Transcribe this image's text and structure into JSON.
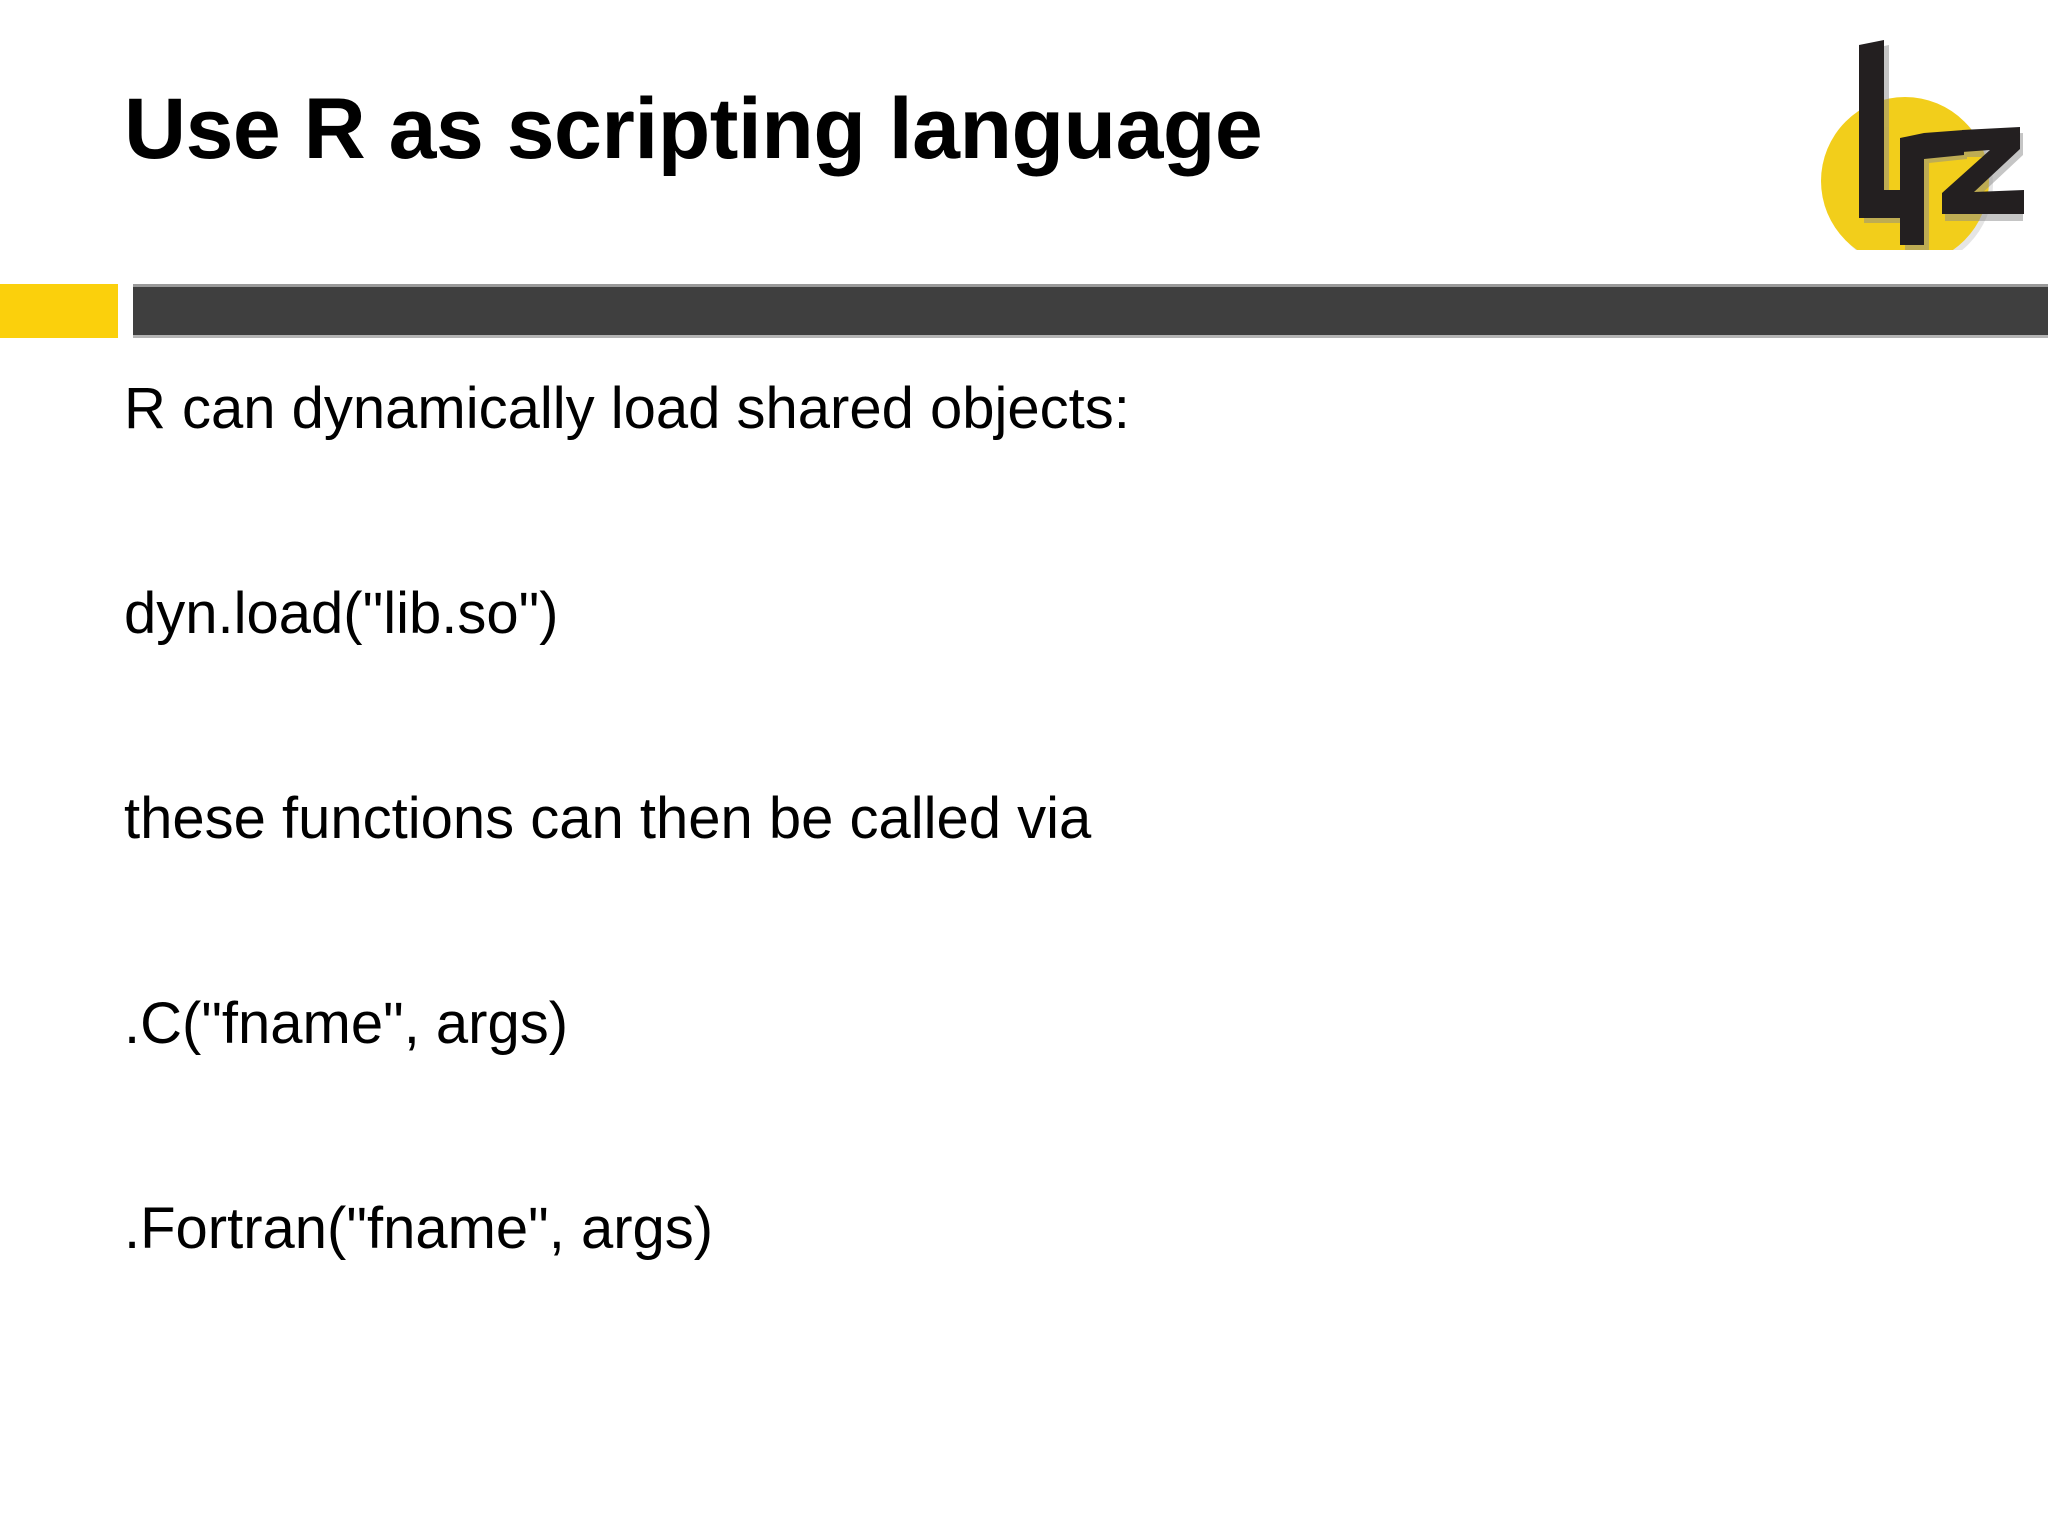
{
  "slide": {
    "title": "Use R as scripting language",
    "background_color": "#ffffff",
    "text_color": "#000000"
  },
  "divider": {
    "accent_color": "#FBD00C",
    "bar_color": "#3F3F3F"
  },
  "logo": {
    "name": "lrz-logo",
    "wordmark": "lrz",
    "circle_color": "#F2CE1B",
    "mark_color": "#231F20"
  },
  "body": {
    "lines": [
      {
        "text": "R can dynamically load shared objects:"
      },
      {
        "text": "dyn.load(\"lib.so\")"
      },
      {
        "text": "these functions can then be called via"
      },
      {
        "text": ".C(\"fname\", args)"
      },
      {
        "text": ".Fortran(\"fname\", args)"
      }
    ]
  }
}
